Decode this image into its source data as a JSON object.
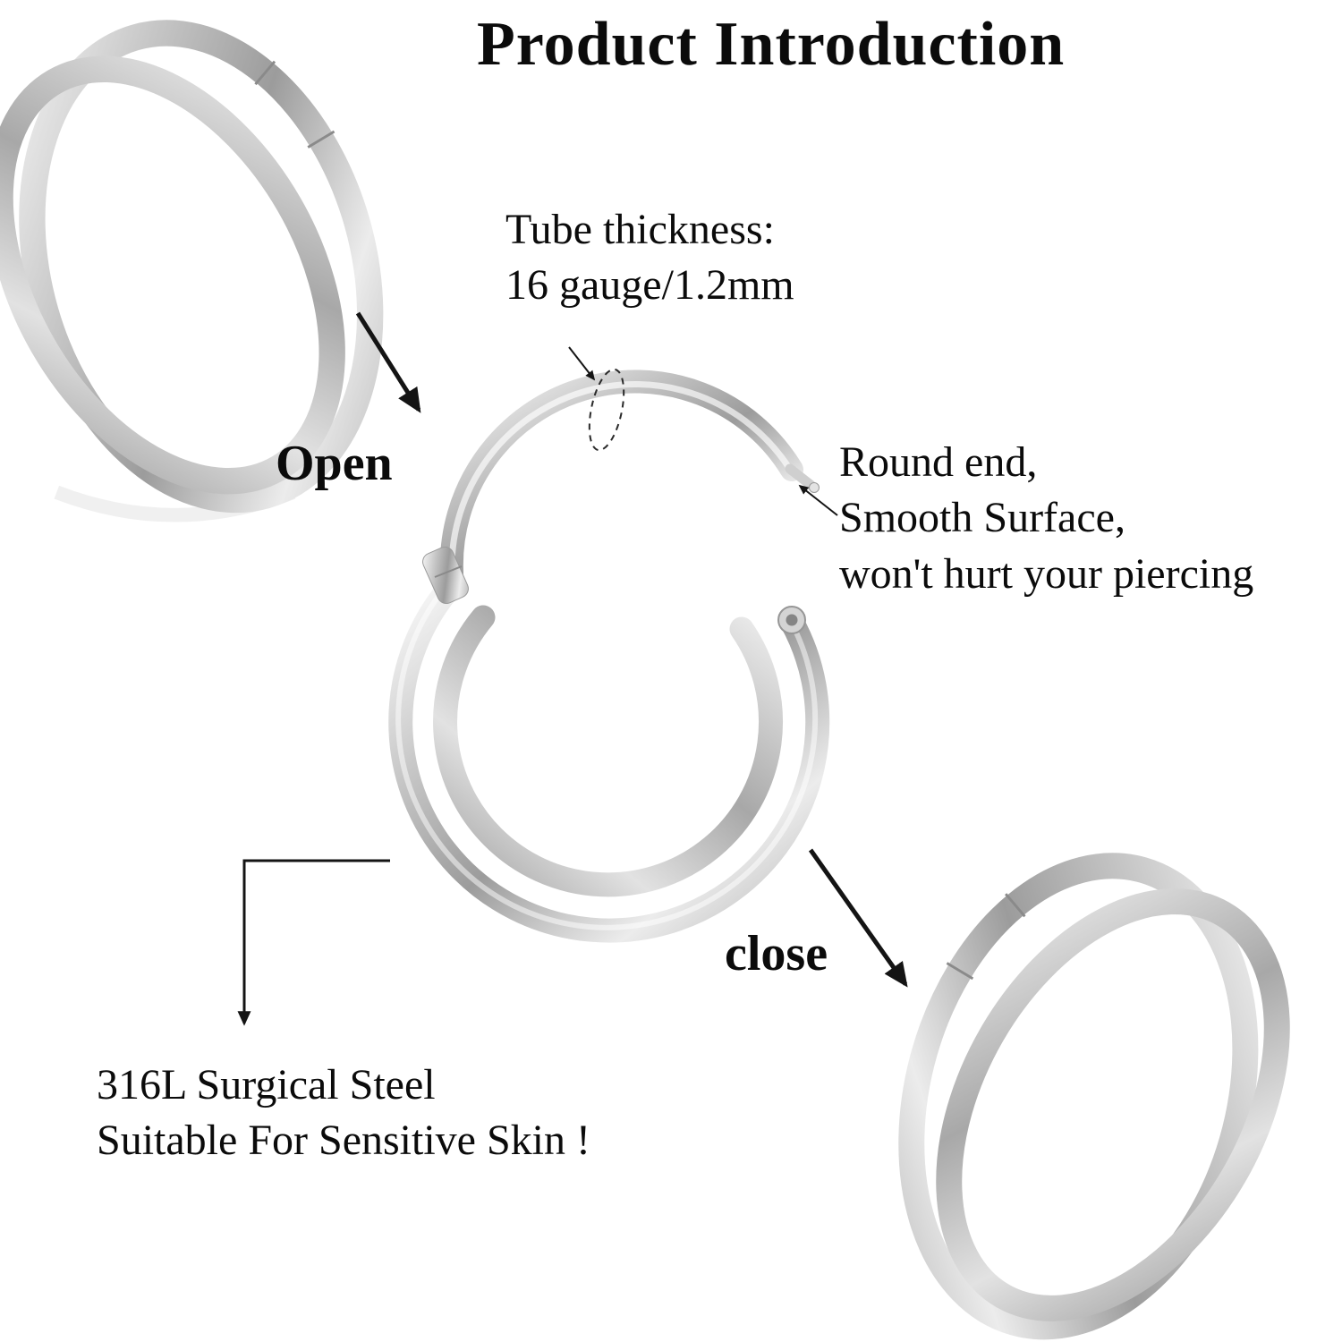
{
  "title": "Product Introduction",
  "labels": {
    "open": "Open",
    "close": "close"
  },
  "annotations": {
    "tube_thickness": {
      "line1": "Tube thickness:",
      "line2": "16 gauge/1.2mm"
    },
    "round_end": {
      "line1": "Round end,",
      "line2": "Smooth Surface,",
      "line3": "won't hurt your piercing"
    },
    "material": {
      "line1": "316L Surgical Steel",
      "line2": "Suitable For Sensitive Skin !"
    }
  },
  "images": {
    "top_left_ring": "closed double-hoop hinged segment ring",
    "center_ring": "open double-hoop hinged segment ring",
    "bottom_right_ring": "closed double-hoop hinged segment ring"
  },
  "colors": {
    "background": "#ffffff",
    "text": "#0b0b0b",
    "metal_light": "#f7f7f7",
    "metal_mid": "#bdbdbd",
    "metal_dark": "#8f8f8f",
    "annotation_line": "#1a1a1a"
  }
}
